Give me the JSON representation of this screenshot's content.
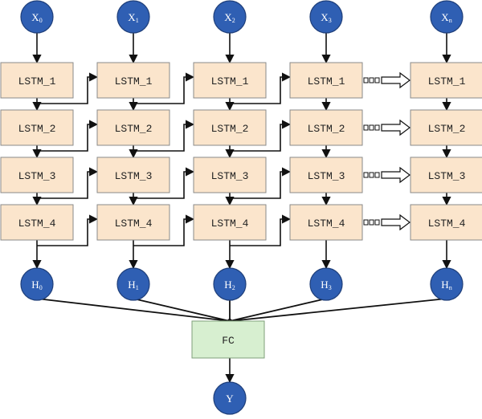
{
  "inputs": [
    {
      "base": "X",
      "sub": "0"
    },
    {
      "base": "X",
      "sub": "1"
    },
    {
      "base": "X",
      "sub": "2"
    },
    {
      "base": "X",
      "sub": "3"
    },
    {
      "base": "X",
      "sub": "n"
    }
  ],
  "outputs": [
    {
      "base": "H",
      "sub": "0"
    },
    {
      "base": "H",
      "sub": "1"
    },
    {
      "base": "H",
      "sub": "2"
    },
    {
      "base": "H",
      "sub": "3"
    },
    {
      "base": "H",
      "sub": "n"
    }
  ],
  "layers": [
    "LSTM_1",
    "LSTM_2",
    "LSTM_3",
    "LSTM_4"
  ],
  "fc_label": "FC",
  "final_output": "Y"
}
